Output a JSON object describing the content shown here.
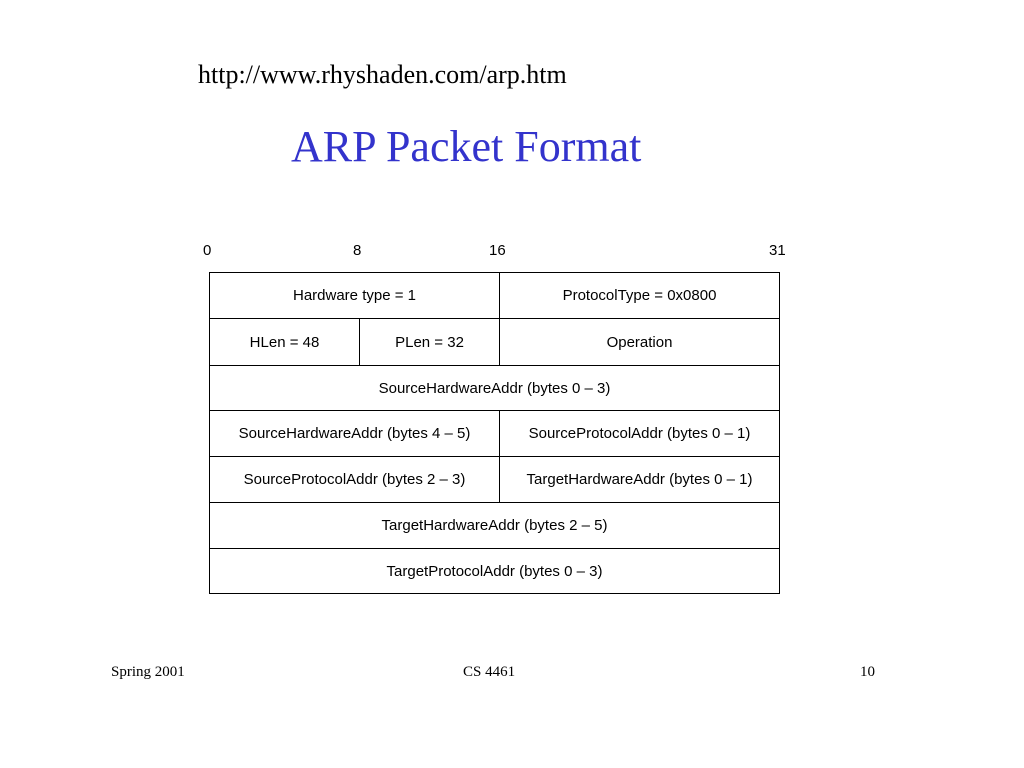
{
  "header": {
    "url": "http://www.rhyshaden.com/arp.htm",
    "title": "ARP Packet Format",
    "title_color": "#3333cc"
  },
  "bit_labels": [
    "0",
    "8",
    "16",
    "31"
  ],
  "rows": [
    [
      "Hardware type = 1",
      "ProtocolType = 0x0800"
    ],
    [
      "HLen = 48",
      "PLen = 32",
      "Operation"
    ],
    [
      "SourceHardwareAddr (bytes 0   – 3)"
    ],
    [
      "SourceHardwareAddr (bytes 4   – 5)",
      "SourceProtocolAddr (bytes 0  – 1)"
    ],
    [
      "SourceProtocolAddr (bytes 2  – 3)",
      "TargetHardwareAddr (bytes 0  – 1)"
    ],
    [
      "TargetHardwareAddr (bytes 2  – 5)"
    ],
    [
      "TargetProtocolAddr (bytes 0  – 3)"
    ]
  ],
  "footer": {
    "left": "Spring 2001",
    "center": "CS 4461",
    "right": "10"
  }
}
